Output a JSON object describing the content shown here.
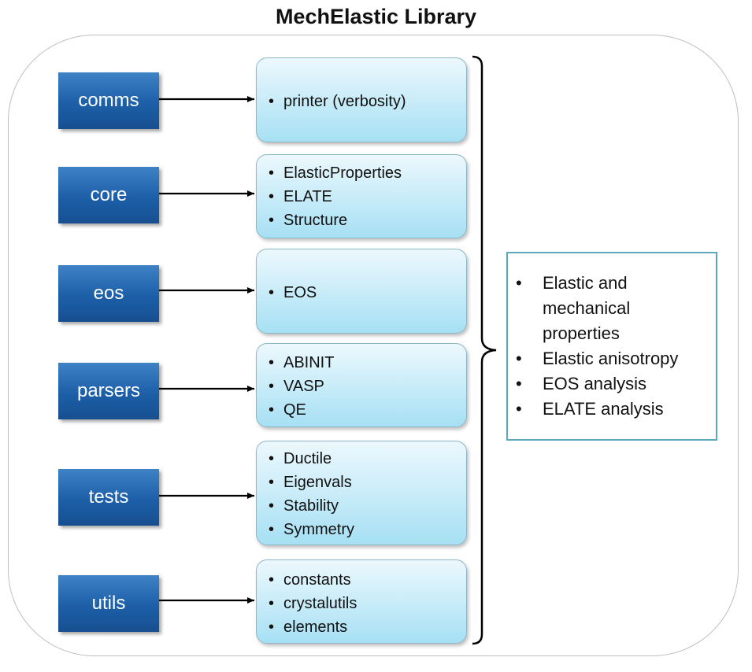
{
  "title": "MechElastic Library",
  "modules": [
    {
      "name": "comms",
      "items": [
        "printer (verbosity)"
      ]
    },
    {
      "name": "core",
      "items": [
        "ElasticProperties",
        "ELATE",
        "Structure"
      ]
    },
    {
      "name": "eos",
      "items": [
        "EOS"
      ]
    },
    {
      "name": "parsers",
      "items": [
        "ABINIT",
        "VASP",
        "QE"
      ]
    },
    {
      "name": "tests",
      "items": [
        "Ductile",
        "Eigenvals",
        "Stability",
        "Symmetry"
      ]
    },
    {
      "name": "utils",
      "items": [
        "constants",
        "crystalutils",
        "elements"
      ]
    }
  ],
  "summary": {
    "items": [
      "Elastic and mechanical properties",
      "Elastic anisotropy",
      "EOS analysis",
      "ELATE analysis"
    ]
  },
  "colors": {
    "module_fill": "#1c5fa8",
    "box_fill": "#c6ebf8",
    "summary_border": "#5ba7be"
  }
}
